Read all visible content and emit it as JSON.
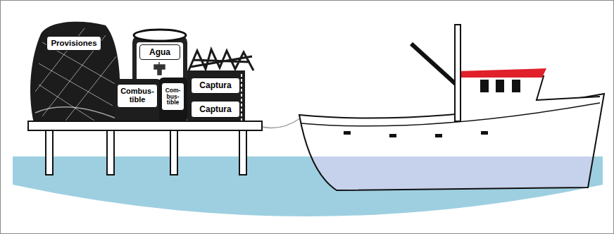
{
  "diagram": {
    "nodes": [
      {
        "text": [
          "Provisiones"
        ]
      },
      {
        "text": [
          "Agua"
        ]
      },
      {
        "text": [
          "Combus- tible"
        ]
      },
      {
        "text": [
          "Com- bus- tible"
        ]
      },
      {
        "text": [
          "Captura"
        ]
      },
      {
        "text": [
          "Captura"
        ]
      }
    ]
  }
}
